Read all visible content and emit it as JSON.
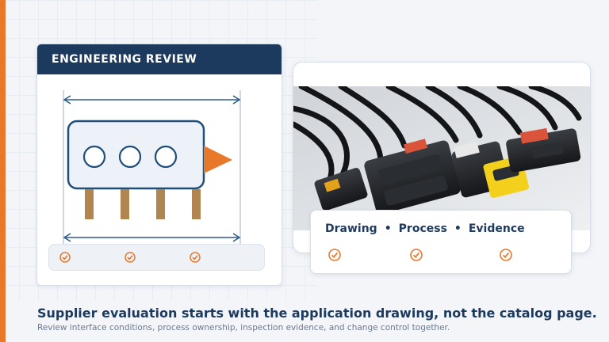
{
  "review_card": {
    "header": "ENGINEERING REVIEW",
    "check_count": 3
  },
  "photo_card": {
    "caption_items": [
      "Drawing",
      "Process",
      "Evidence"
    ],
    "separator": "•"
  },
  "footer": {
    "headline": "Supplier evaluation starts with the application drawing, not the catalog page.",
    "subline": "Review interface conditions, process ownership, inspection evidence, and change control together."
  },
  "colors": {
    "navy": "#1c3a5e",
    "accent": "#e8782a",
    "pin": "#b08550",
    "check": "#e8782a"
  },
  "icons": {
    "check": "check-circle-icon",
    "image": "wire-harness-connectors-photo"
  }
}
